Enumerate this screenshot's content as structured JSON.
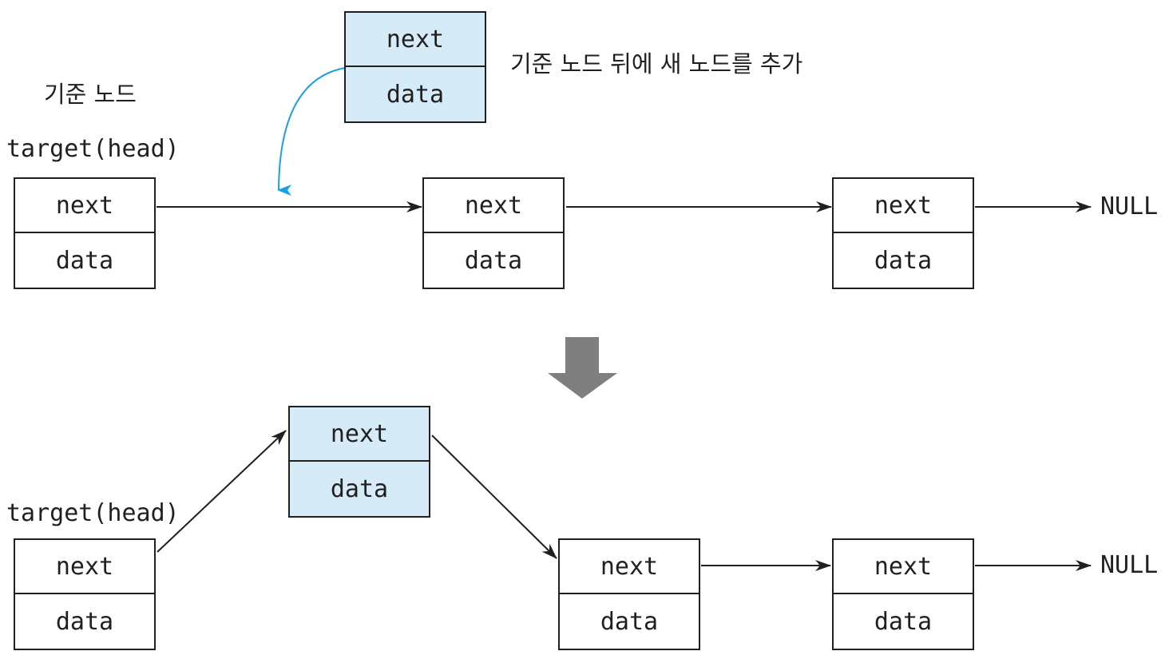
{
  "captions": {
    "base_node": "기준 노드",
    "add_after": "기준 노드 뒤에 새 노드를 추가"
  },
  "before": {
    "target_label": "target(head)",
    "new_node": {
      "next": "next",
      "data": "data"
    },
    "head_node": {
      "next": "next",
      "data": "data"
    },
    "node_2": {
      "next": "next",
      "data": "data"
    },
    "node_3": {
      "next": "next",
      "data": "data"
    },
    "null_label": "NULL"
  },
  "after": {
    "target_label": "target(head)",
    "head_node": {
      "next": "next",
      "data": "data"
    },
    "new_node": {
      "next": "next",
      "data": "data"
    },
    "node_2": {
      "next": "next",
      "data": "data"
    },
    "node_3": {
      "next": "next",
      "data": "data"
    },
    "null_label": "NULL"
  },
  "colors": {
    "new_node_fill": "#d6ebf8",
    "insert_arrow": "#1aa0e2",
    "transition_arrow": "#7f7f7f",
    "stroke": "#231f20"
  }
}
